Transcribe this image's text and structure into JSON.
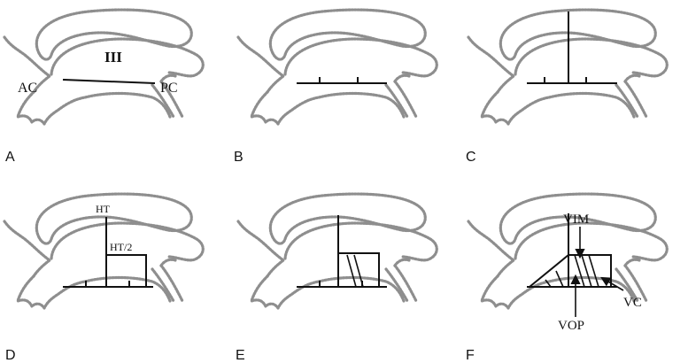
{
  "panels": [
    {
      "letter": "A"
    },
    {
      "letter": "B"
    },
    {
      "letter": "C"
    },
    {
      "letter": "D"
    },
    {
      "letter": "E"
    },
    {
      "letter": "F"
    }
  ],
  "labels": {
    "third_ventricle": "III",
    "ac": "AC",
    "pc": "PC",
    "ht": "HT",
    "ht_half": "HT/2",
    "vim": "VIM",
    "vop": "VOP",
    "vc": "VC"
  }
}
